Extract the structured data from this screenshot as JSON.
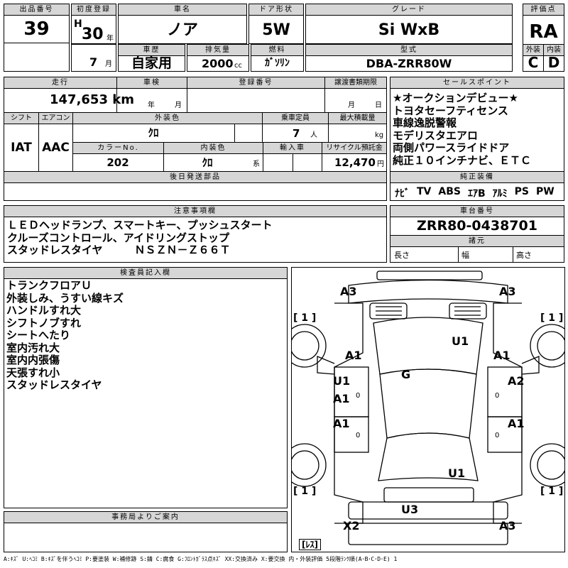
{
  "lot": {
    "label": "出品番号",
    "value": "39"
  },
  "first_reg": {
    "label": "初度登録",
    "era": "H",
    "year": "30",
    "year_unit": "年",
    "month": "7",
    "month_unit": "月"
  },
  "car_name": {
    "label": "車名",
    "value": "ノア"
  },
  "doors": {
    "label": "ドア形状",
    "value": "5W"
  },
  "grade": {
    "label": "グレード",
    "value": "Si WxB"
  },
  "score": {
    "label": "評価点",
    "value": "RA",
    "ext_label": "外装",
    "int_label": "内装",
    "ext": "C",
    "int": "D"
  },
  "history": {
    "label": "車歴",
    "value": "自家用"
  },
  "displacement": {
    "label": "排気量",
    "value": "2000",
    "unit": "cc"
  },
  "fuel": {
    "label": "燃料",
    "value": "ｶﾞｿﾘﾝ"
  },
  "model": {
    "label": "型式",
    "value": "DBA-ZRR80W"
  },
  "mileage": {
    "label": "走行",
    "value": "147,653 km"
  },
  "inspection": {
    "label": "車検",
    "year_unit": "年",
    "month_unit": "月"
  },
  "plate": {
    "label": "登録番号"
  },
  "transfer": {
    "label": "譲渡書類期限",
    "month_unit": "月",
    "day_unit": "日"
  },
  "shift": {
    "label": "シフト",
    "value": "IAT"
  },
  "aircon": {
    "label": "エアコン",
    "value": "AAC"
  },
  "ext_color": {
    "label": "外装色",
    "value": "ｸﾛ"
  },
  "capacity": {
    "label": "乗車定員",
    "value": "7",
    "unit": "人"
  },
  "max_load": {
    "label": "最大積載量",
    "unit": "kg"
  },
  "color_no": {
    "label": "カラーNo.",
    "value": "202"
  },
  "int_color": {
    "label": "内装色",
    "value": "ｸﾛ",
    "unit": "系"
  },
  "import": {
    "label": "輸入車"
  },
  "recycle": {
    "label": "リサイクル預託金",
    "value": "12,470",
    "unit": "円"
  },
  "later_parts": {
    "label": "後日発送部品"
  },
  "sales_points": {
    "label": "セールスポイント",
    "items": [
      "★オークションデビュー★",
      "トヨタセーフティセンス",
      "車線逸脱警報",
      "モデリスタエアロ",
      "両側パワースライドドア",
      "純正１０インチナビ、ＥＴＣ"
    ]
  },
  "equipment": {
    "label": "純正装備",
    "items": [
      "ﾅﾋﾞ",
      "TV",
      "ABS",
      "ｴｱB",
      "ｱﾙﾐ",
      "PS",
      "PW"
    ]
  },
  "notes": {
    "label": "注意事項欄",
    "lines": [
      "ＬＥＤヘッドランプ、スマートキー、プッシュスタート",
      "クルーズコントロール、アイドリングストップ",
      "スタッドレスタイヤ　　　ＮＳＺＮ－Ｚ６６Ｔ"
    ]
  },
  "chassis": {
    "label": "車台番号",
    "value": "ZRR80-0438701"
  },
  "dims": {
    "label": "諸元",
    "length": "長さ",
    "width": "幅",
    "height": "高さ"
  },
  "inspector": {
    "label": "検査員記入欄",
    "lines": [
      "トランクフロアＵ",
      "外装しみ、うすい線キズ",
      "ハンドルすれ大",
      "シフトノブすれ",
      "シートへたり",
      "室内汚れ大",
      "室内内張傷",
      "天張すれ小",
      "スタッドレスタイヤ"
    ]
  },
  "office": {
    "label": "事務局よりご案内"
  },
  "diagram": {
    "marks": [
      "A3",
      "A3",
      "U1",
      "A1",
      "A1",
      "G",
      "U1",
      "A1",
      "A2",
      "A1",
      "A1",
      "U1",
      "U3",
      "X2",
      "A3"
    ],
    "zeros": [
      "0",
      "0",
      "0",
      "0"
    ],
    "tires": [
      "[ 1 ]",
      "[ 1 ]",
      "[ 1 ]",
      "[ 1 ]"
    ],
    "spare": "[ﾚｽ]"
  },
  "legend": "A:ｷｽﾞ U:ﾍｺﾐ B:ｷｽﾞを伴うﾍｺﾐ P:要塗装 W:補修跡 S:錆 C:腐食 G:ﾌﾛﾝﾄｶﾞﾗｽ点ｷｽﾞ XX:交換済み X:要交換 内・外装評価 5段階ﾗﾝｸ順(A･B･C･D･E) 1"
}
